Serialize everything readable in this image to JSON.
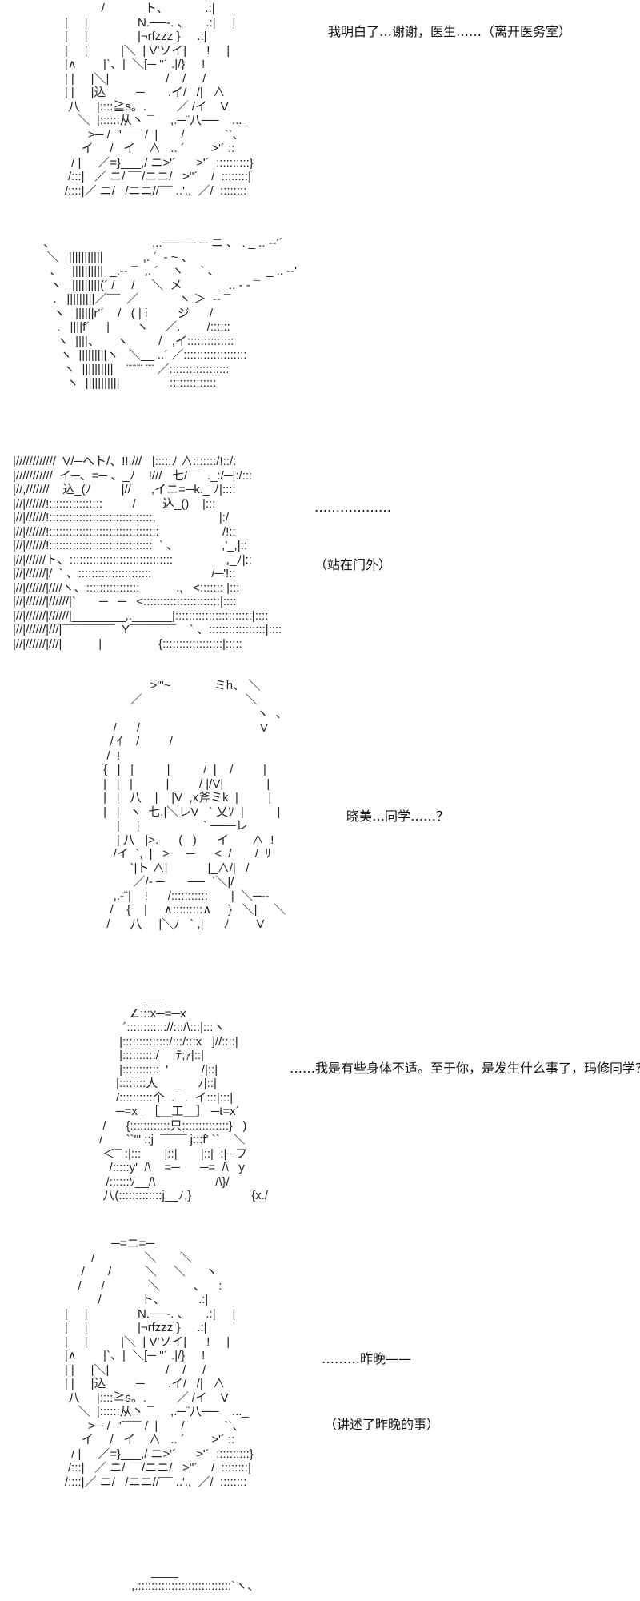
{
  "panels": [
    {
      "art": "                /            ト、           .:|\n     |     |               N.──-. 、     .:|     |\n     |     |               |¬rfzzz }     .:|\n     |     |          |＼  | V'ソイ|      !     |\n     |∧        |`、|  ＼[─ ''´ .|/}     !\n     | |     |＼|                 /    /     /\n     | |     |込         ─       .イ/   /|   ∧\n      八     |::::≧s。.         ／ /イ    V\n         ＼  |::::::从丶 ¯     ,.─¨八──    ..._\n            >─ /  ''¯¯¯ /  |       /            ``、\n          イ     /   イ    ∧   .. ´        >'´ ::\n       / |     ／=}___,/ ニ>'´      >'´  ::::::::::}\n      /:::|   ／ ニ/ ¯¯/ニニ/   >''´    /  ::::::::|\n     /::::|／ ニ/   /ニニ//¯¯ ..'.,  ／/  ::::::::",
      "line": "我明白了…谢谢，医生……（离开医务室）"
    },
    {
      "art": " 、                             ,..──── ─ ニ 、 . _ .. -‐'´\n  ＼   |||||||||||            ,. ´  ‐ ~ 、\n   、   ||||||||||  _.-‐ ¯  ,. ´    ヽ     ` 、              _ .. -‐'\n   ヽ   |||||||||(´ /     /     ＼  メ           _ .. - ‐ ¯\n    .   |||||||||／¯¯  ／            ヽ ＞  -‐ ¯\n    ヽ   ||||||r'´    /   ( | i         ジ      /\n     .   ||||f´     |        ヽ     ／.        /::::::\n     ヽ  ||||、     ヽ         /   ,イ::::::::::::::\n      ヽ  |||||||||ヽ   ＼__ ..´ ／:::::::::::::::::::\n       ヽ  ||||||||||    ¨¨¨¨ ¨¨ ／::::::::::::::::::\n        ヽ  |||||||||||               ::::::::::::::",
      "line": ""
    },
    {
      "art": "|////////////  V/─へト/、!!,///   |:::::ﾉ ∧:::::::/!::/:\n|///////////  イ─、=─ 、_ﾉ    !///   七/¯¯  ._:/─|:/:::\n|//,///////    込_(ﾉ         |//      ,イニ=─k._ ﾉ|::::\n|//|//////!::::::::::::::::         /        込_()    |:::\n|//|//////!:::::::::::::::::::::::::::::::,                   |:/\n|//|//////!:::::::::::::::::::::::::::::::::                   /!::\n|//|//////!:::::::::::::::::::::::::::::::  ` 、             ,'_,|::\n|//|//////ト、:::::::::::::::::::::::::::::::                ,_ﾉ|::\n|//|//////|/  ` 、::::::::::::::::::::::                  /─'!::\n|//|//////|////ヽ、::::::::::::::::           .,   <::::::: |:::\n|//|//////|//////|`       ─   ─   <:::::::::::::::::::::::|::::\n|//|//////|//////|________,.______|:::::::::::::::::::::::|::::\n|//|//////|///|¯¯¯¯¯¯¯¯  Y¯¯¯¯¯¯¯    ` 、:::::::::::::::::|::::\n|//|//////|///|           |                 {::::::::::::::::::|:::::",
      "lines": [
        "………………",
        "（站在门外）"
      ]
    },
    {
      "art": "                     >'''~             ミh、 ＼\n               ／                               ＼\n                                                     ヽ  、\n          /      /                                    V\n         / ｲ    /         /\n        /  !\n       {   |   |          |          /  |    /         |\n       |   |   |          |         / |/V|             |\n       |   |   八    |    |V  ,x斧ミk  |         |\n       |   |   ヽ  七.|＼レV   ` 乂ｿ  |          |\n           |     |                   ` ───レ\n           | 八   |>.      (   )      イ       ∧  !\n          /イ  `,  |   >     ─      <  /       /  ﾘ\n               `|ト ∧|            |_∧/|   /\n                ／/‐ ─       ──  `＼|/\n          ,.‐¨|    !      /:::::::::::       |  ＼─‐‐\n         /    {    |     ∧:::::::::∧     }   ＼|     ＼\n        /      八     |＼ﾉ   ` ,|      ﾉ        V",
      "line": "晓美…同学……？"
    },
    {
      "art": "                    ___\n                ∠:::x─=─x\n              ´:::::::::::://:::/\\:::|:::ヽ\n             |::::::::::::::/:::/:::x   ]//::::|\n             |::::::::::/     ﾃ;ｧ|::|\n             |:::::::::::  '          /|::|\n            |::::::::人     _     ﾉ|::|\n            /::::::::::个  .   .  イ:::|:::|\n            ─=x_ ［＿工＿］ ─t=x´\n        /      {::::::::::::只::::::::::::::}   )\n       /       ``''' ::j  ¯¯¯¯ j:::f' ``    ＼\n        ＜¯ :|:::       |::|       |::|  :|─フ\n          /:::::y'  /\\    =─      ─=  /\\   y\n         /::::::ｿ__/\\                  /\\}/\n        八(:::::::::::::j__ﾉ,}                  {x./",
      "line": "……我是有些身体不适。至于你，是发生什么事了，玛修同学？"
    },
    {
      "art": "                   ─=ニ=─\n             /               ＼       ＼\n          /       /          ＼     ＼      ヽ\n         /      /             ＼          、    :\n               /            ト、          .:|\n     |     |               N.──-. 、     .:|     |\n     |     |               |¬rfzzz }     .:|\n     |     |          |＼  | V'ソイ|      !     |\n     |∧        |`、|  ＼[─ ''´ .|/}     !\n     | |     |＼|                 /    /     /\n     | |     |込         ─       .イ/   /|   ∧\n      八     |::::≧s。.         ／ /イ    V\n         ＼  |::::::从丶 ¯     ,.─¨八──    ..._\n            >─ /  ''¯¯¯ /  |       /            ``、\n          イ     /   イ    ∧   .. ´        >'´ ::\n       / |     ／=}___,/ ニ>'´      >'´  ::::::::::}\n      /:::|   ／ ニ/ ¯¯/ニニ/   >''´    /  ::::::::|\n     /::::|／ ニ/   /ニニ//¯¯ ..'.,  ／/  ::::::::",
      "lines": [
        "………昨晚——",
        "（讲述了昨晚的事）"
      ]
    },
    {
      "art": "                   ____\n             ,.::::::::::::::::::::::::::::`ヽ、",
      "line": ""
    }
  ]
}
